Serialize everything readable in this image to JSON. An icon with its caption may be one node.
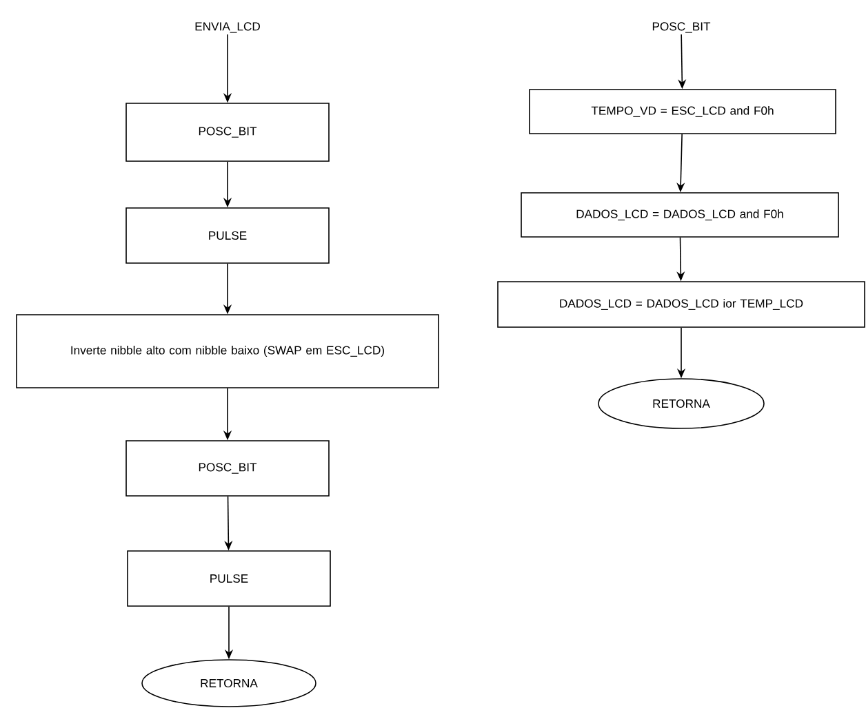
{
  "diagram": {
    "nodes": [
      {
        "text": [
          "ENVIA_LCD"
        ]
      },
      {
        "text": [
          "POSC_BIT"
        ]
      },
      {
        "text": [
          "PULSE"
        ]
      },
      {
        "text": [
          "Inverte nibble alto com nibble baixo (SWAP em ESC_LCD)"
        ]
      },
      {
        "text": [
          "POSC_BIT"
        ]
      },
      {
        "text": [
          "PULSE"
        ]
      },
      {
        "text": [
          "RETORNA"
        ]
      },
      {
        "text": [
          "POSC_BIT"
        ]
      },
      {
        "text": [
          "TEMPO_VD = ESC_LCD and F0h"
        ]
      },
      {
        "text": [
          "DADOS_LCD = DADOS_LCD and F0h"
        ]
      },
      {
        "text": [
          "DADOS_LCD = DADOS_LCD ior TEMP_LCD"
        ]
      },
      {
        "text": [
          "RETORNA"
        ]
      }
    ],
    "edges": [
      {
        "from": 0,
        "to": 1,
        "arrow": "to"
      },
      {
        "from": 1,
        "to": 2,
        "arrow": "to"
      },
      {
        "from": 2,
        "to": 3,
        "arrow": "to"
      },
      {
        "from": 3,
        "to": 4,
        "arrow": "to"
      },
      {
        "from": 4,
        "to": 5,
        "arrow": "to"
      },
      {
        "from": 5,
        "to": 6,
        "arrow": "to"
      },
      {
        "from": 7,
        "to": 8,
        "arrow": "to"
      },
      {
        "from": 8,
        "to": 9,
        "arrow": "to"
      },
      {
        "from": 9,
        "to": 10,
        "arrow": "to"
      },
      {
        "from": 10,
        "to": 11,
        "arrow": "to"
      }
    ]
  }
}
